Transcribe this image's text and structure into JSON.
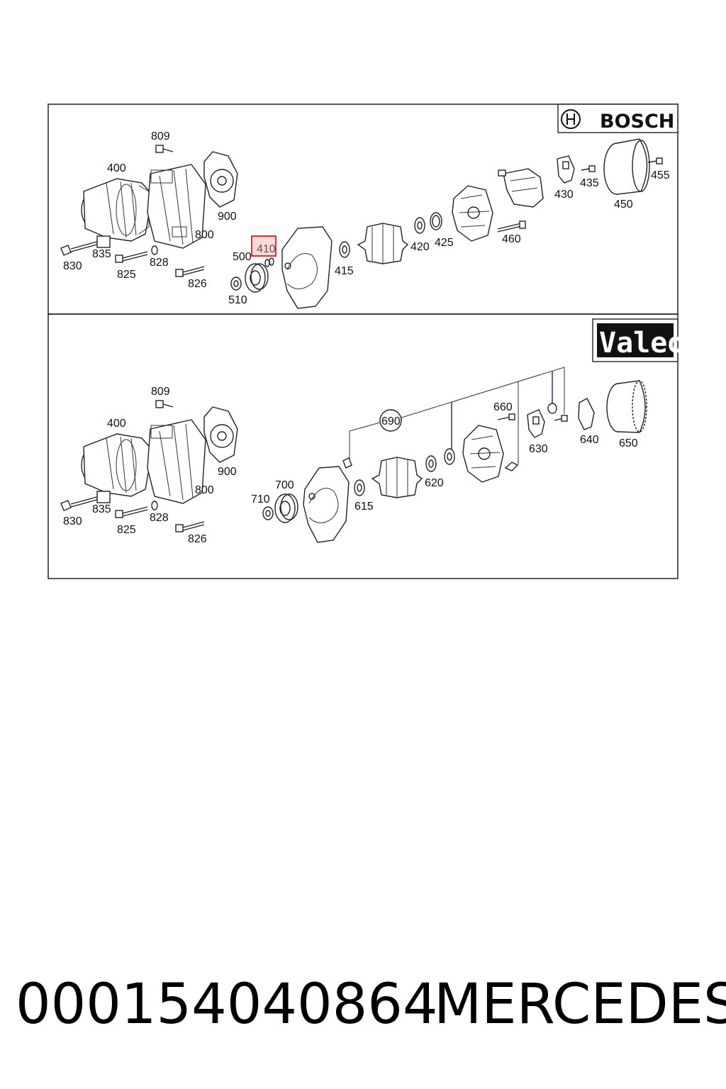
{
  "bosch_section": {
    "logo_text": "BOSCH",
    "labels": {
      "l809": "809",
      "l400": "400",
      "l900": "900",
      "l800": "800",
      "l835": "835",
      "l830": "830",
      "l825": "825",
      "l828": "828",
      "l826": "826",
      "l500": "500",
      "l410": "410",
      "l510": "510",
      "l415": "415",
      "l420": "420",
      "l425": "425",
      "l460": "460",
      "l430": "430",
      "l435": "435",
      "l455": "455",
      "l450": "450"
    },
    "highlighted_label": "410"
  },
  "valeo_section": {
    "logo_text": "Valeo",
    "labels": {
      "l809": "809",
      "l400": "400",
      "l900": "900",
      "l800": "800",
      "l835": "835",
      "l830": "830",
      "l825": "825",
      "l828": "828",
      "l826": "826",
      "l710": "710",
      "l700": "700",
      "l615": "615",
      "l620": "620",
      "l690": "690",
      "l660": "660",
      "l630": "630",
      "l640": "640",
      "l650": "650"
    }
  },
  "footer": {
    "part_number": "00015404086​4",
    "brand": "MERCEDES"
  },
  "colors": {
    "highlight_box": "#e03030",
    "line": "#222222",
    "leader_blue": "#1a237e"
  }
}
